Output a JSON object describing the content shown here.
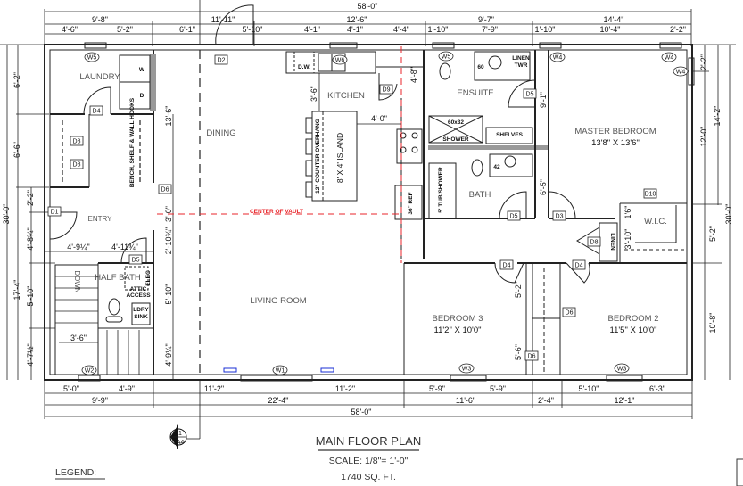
{
  "plan": {
    "title": "MAIN FLOOR PLAN",
    "scale": "SCALE: 1/8\"= 1'-0\"",
    "area": "1740 SQ. FT.",
    "legend": "LEGEND:",
    "section_marker": {
      "number": "1",
      "sheet": "A4"
    }
  },
  "dims_top": {
    "overall": "58'-0\"",
    "row2": [
      "9'-8\"",
      "11'-11\"",
      "12'-6\"",
      "9'-7\"",
      "14'-4\""
    ],
    "row3": [
      "4'-6\"",
      "5'-2\"",
      "6'-1\"",
      "5'-10\"",
      "4'-1\"",
      "4'-1\"",
      "4'-4\"",
      "1'-10\"",
      "7'-9\"",
      "1'-10\"",
      "10'-4\"",
      "2'-2\""
    ]
  },
  "dims_bottom": {
    "row1": [
      "5'-0\"",
      "4'-9\"",
      "11'-2\"",
      "11'-2\"",
      "5'-9\"",
      "5'-9\"",
      "5'-10\"",
      "6'-3\""
    ],
    "row2": [
      "9'-9\"",
      "22'-4\"",
      "11'-6\"",
      "2'-4\"",
      "12'-1\""
    ],
    "overall": "58'-0\""
  },
  "dims_left": {
    "overall": "30'-0\"",
    "col2": [
      "6'-2\"",
      "6'-6\"",
      "17'-4\""
    ],
    "col3": [
      "2'-2\"",
      "4'-8¾\"",
      "5'-10\"",
      "4'-7½\""
    ],
    "inner": [
      "13'-6\"",
      "3'-0\"",
      "2'-10¾\"",
      "5'-10\"",
      "4'-9¼\""
    ],
    "horizontal": [
      "4'-9¼\"",
      "4'-11¾\"",
      "3'-6\""
    ]
  },
  "dims_right": {
    "col1": [
      "2'-2\"",
      "12'-0\"",
      "5'-2\"",
      "10'-8\""
    ],
    "col2": [
      "14'-2\""
    ],
    "overall": "30'-0\""
  },
  "dims_interior": [
    "3'-6\"",
    "4'-0\"",
    "4'-8\"",
    "9'-1\"",
    "6'-5\"",
    "1'6\"",
    "3'-10\"",
    "5'-2\"",
    "5'-6\""
  ],
  "rooms": {
    "laundry": "LAUNDRY",
    "entry": "ENTRY",
    "half_bath": "HALF BATH",
    "dining": "DINING",
    "kitchen": "KITCHEN",
    "living": "LIVING ROOM",
    "ensuite": "ENSUITE",
    "bath": "BATH",
    "master": "MASTER BEDROOM",
    "master_size": "13'8\" X 13'6\"",
    "wic": "W.I.C.",
    "bedroom3": "BEDROOM 3",
    "bedroom3_size": "11'2\" X 10'0\"",
    "bedroom2": "BEDROOM 2",
    "bedroom2_size": "11'5\" X 10'0\""
  },
  "notes": {
    "bench": "BENCH, SHELF & WALL HOOKS",
    "attic1": "ATTIC",
    "attic2": "ACCESS",
    "elec": "ELEC",
    "ldry1": "LDRY",
    "ldry2": "SINK",
    "down": "DOWN",
    "dw": "D.W.",
    "overhang": "12\" COUNTER OVERHANG",
    "island": "8' X 4' ISLAND",
    "vault": "CENTER OF VAULT",
    "ref": "36\" REF",
    "linen_twr1": "LINEN",
    "linen_twr2": "TWR",
    "sink60": "60",
    "shower_size": "60x32",
    "shower": "SHOWER",
    "shelves": "SHELVES",
    "sink42": "42",
    "tub": "5' TUB/SHOWER",
    "linen": "LINEN",
    "washer": "W",
    "dryer": "D"
  },
  "tags": [
    "W5",
    "W2",
    "D4",
    "D8",
    "D8",
    "D1",
    "D6",
    "D5",
    "D2",
    "W6",
    "D9",
    "W5",
    "D5",
    "W4",
    "W4",
    "W4",
    "D10",
    "D8",
    "D4",
    "D4",
    "D3",
    "D5",
    "D6",
    "D6",
    "W3",
    "W3",
    "W1"
  ],
  "colors": {
    "vault_line": "#e8262b",
    "window_marker": "#1a2fd6"
  }
}
